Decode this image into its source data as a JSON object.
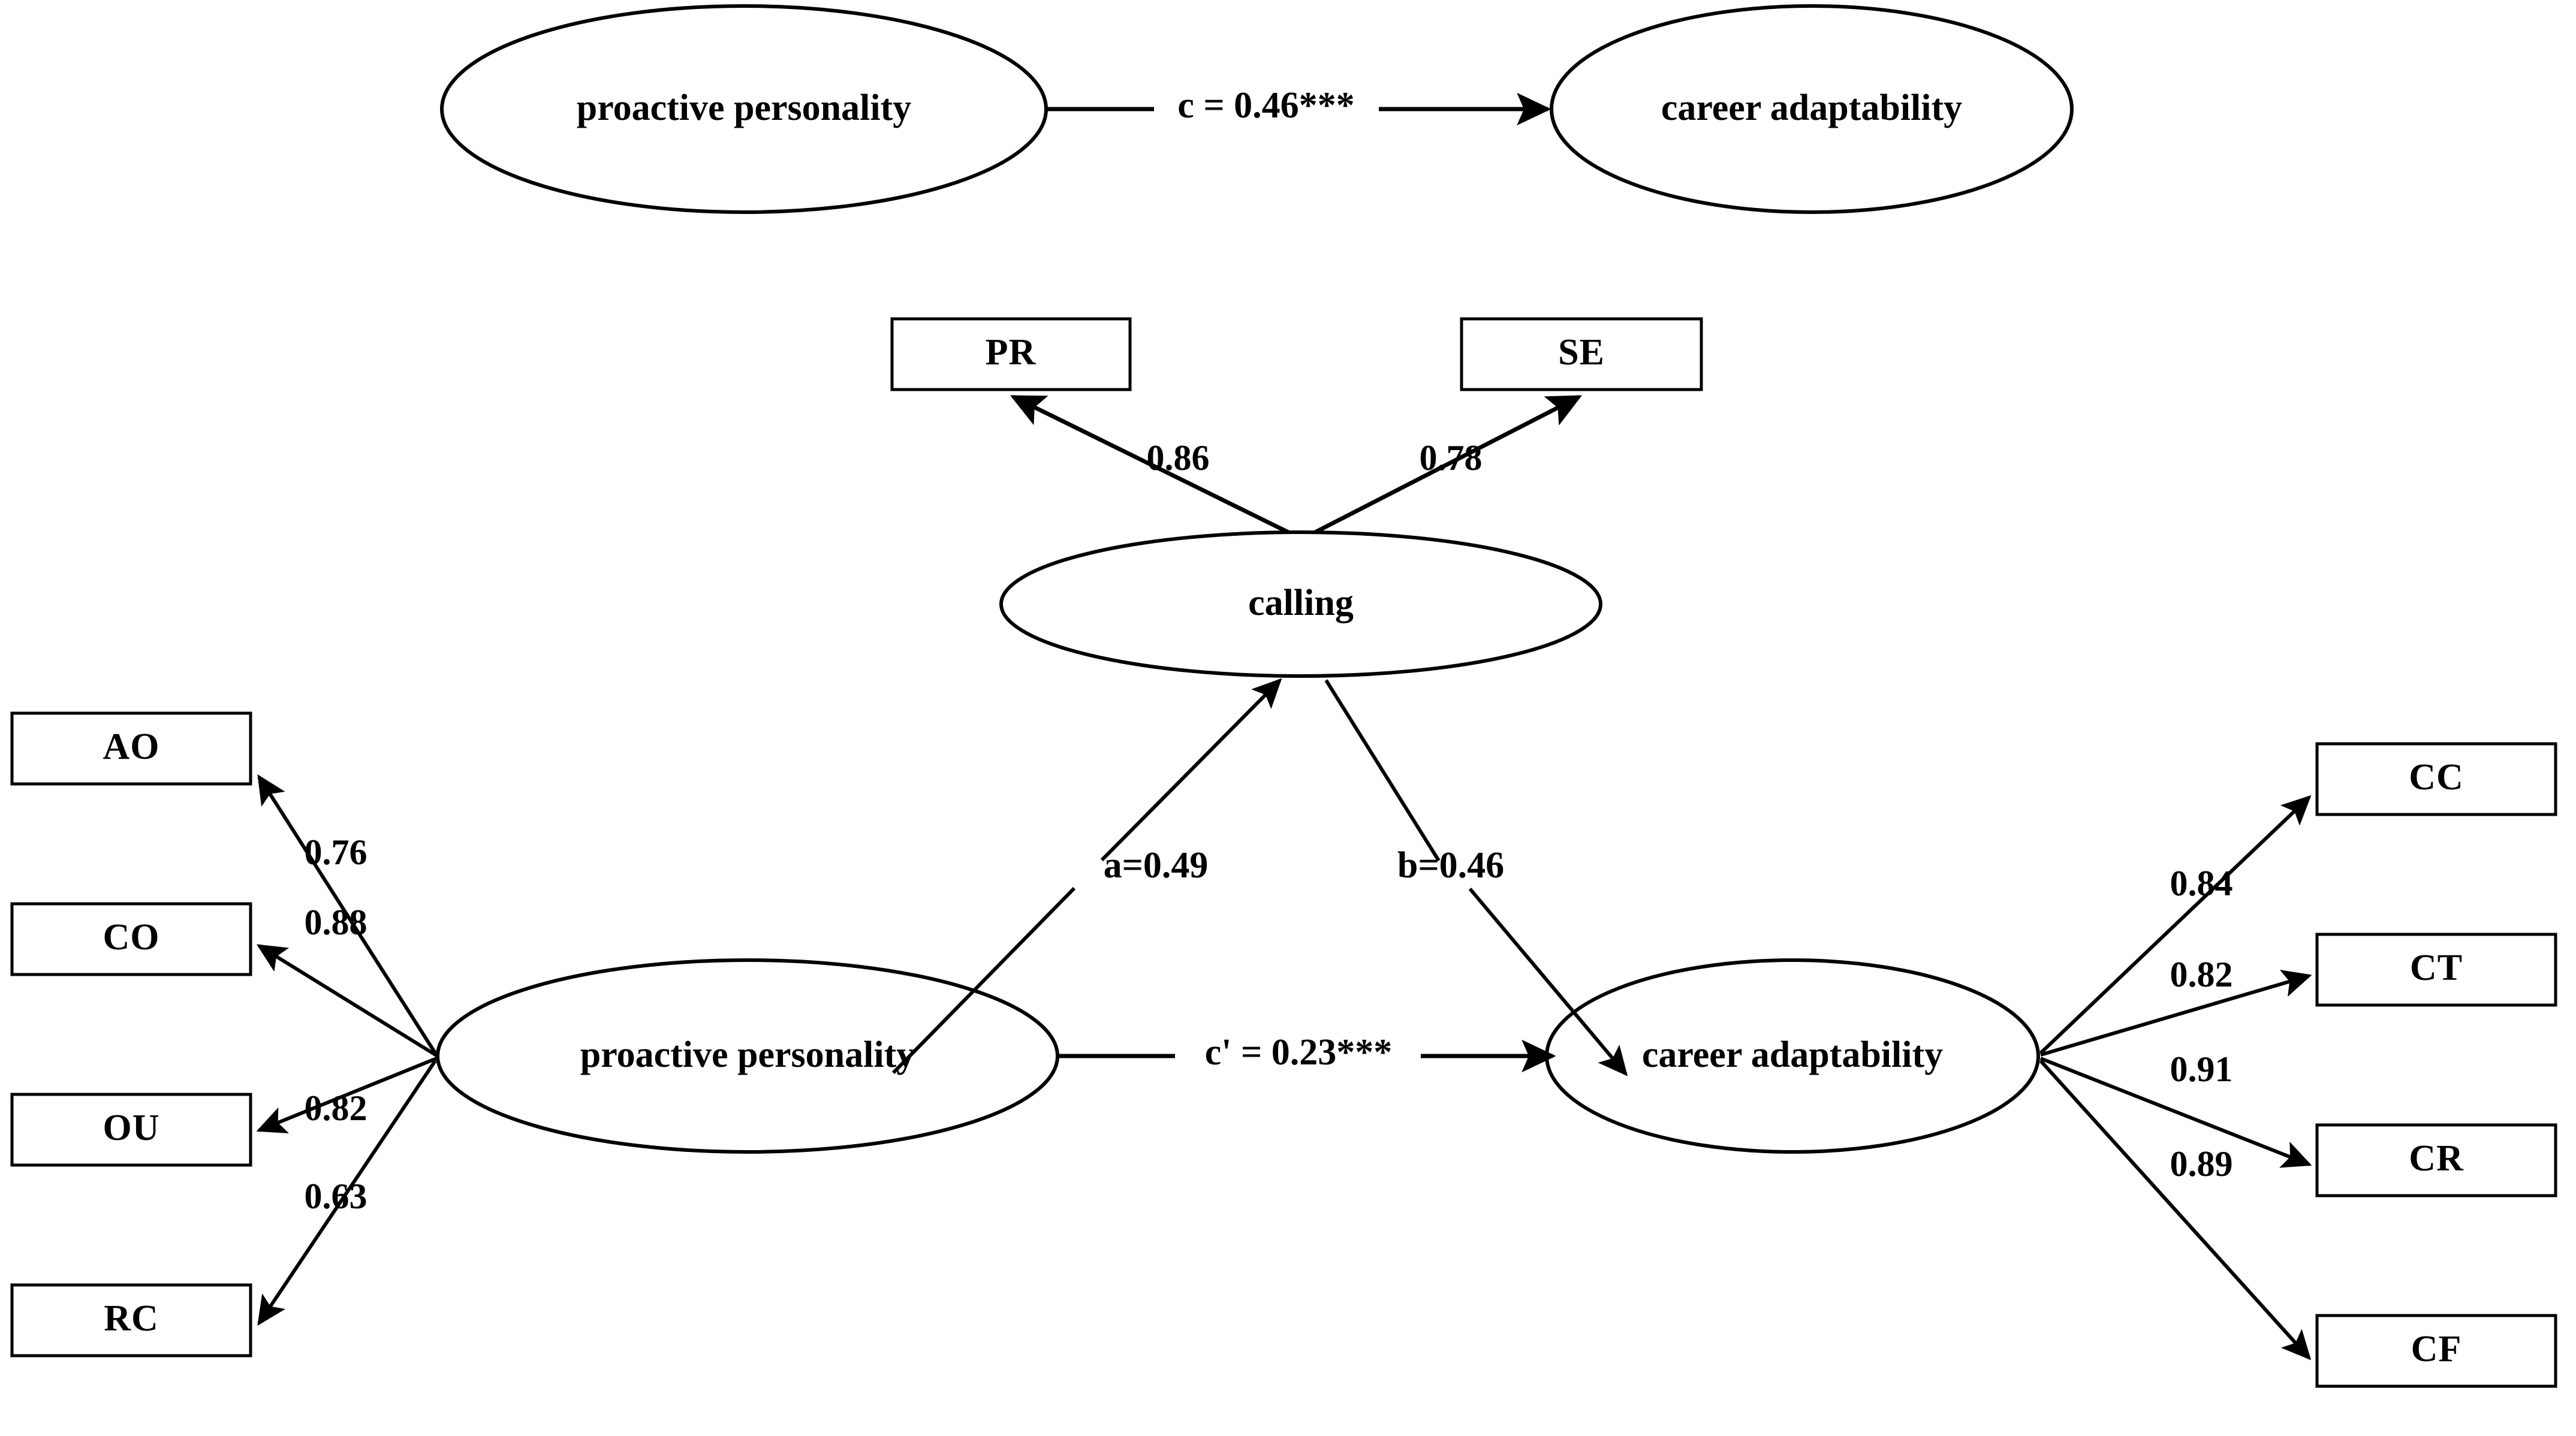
{
  "figure": {
    "type": "structural-equation-mediation-model",
    "background_color": "#ffffff",
    "stroke_color": "#000000"
  },
  "top_model": {
    "predictor": {
      "label": "proactive personality",
      "shape": "ellipse"
    },
    "outcome": {
      "label": "career adaptability",
      "shape": "ellipse"
    },
    "path": {
      "label": "c = 0.46***",
      "coefficient": 0.46,
      "significance": "***",
      "name": "c"
    }
  },
  "mediation_model": {
    "mediator": {
      "label": "calling",
      "shape": "ellipse"
    },
    "predictor": {
      "label": "proactive personality",
      "shape": "ellipse"
    },
    "outcome": {
      "label": "career adaptability",
      "shape": "ellipse"
    },
    "paths": [
      {
        "name": "a",
        "label": "a=0.49",
        "coefficient": 0.49,
        "from": "proactive personality",
        "to": "calling"
      },
      {
        "name": "b",
        "label": "b=0.46",
        "coefficient": 0.46,
        "from": "calling",
        "to": "career adaptability"
      },
      {
        "name": "c'",
        "label": "c' = 0.23***",
        "coefficient": 0.23,
        "significance": "***",
        "from": "proactive personality",
        "to": "career adaptability"
      }
    ]
  },
  "mediator_indicators": [
    {
      "code": "PR",
      "loading": "0.86"
    },
    {
      "code": "SE",
      "loading": "0.78"
    }
  ],
  "predictor_indicators": [
    {
      "code": "AO",
      "loading": "0.76"
    },
    {
      "code": "CO",
      "loading": "0.88"
    },
    {
      "code": "OU",
      "loading": "0.82"
    },
    {
      "code": "RC",
      "loading": "0.63"
    }
  ],
  "outcome_indicators": [
    {
      "code": "CC",
      "loading": "0.84"
    },
    {
      "code": "CT",
      "loading": "0.82"
    },
    {
      "code": "CR",
      "loading": "0.91"
    },
    {
      "code": "CF",
      "loading": "0.89"
    }
  ]
}
